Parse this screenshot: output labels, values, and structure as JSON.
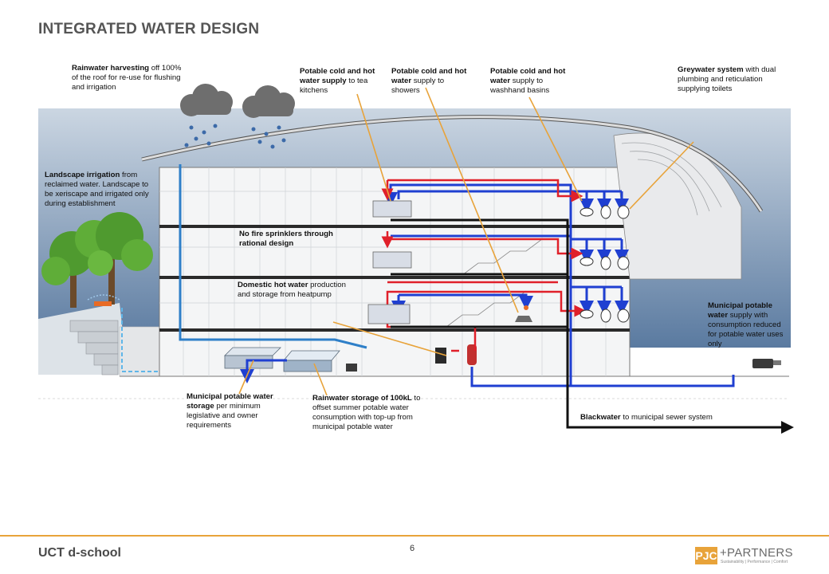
{
  "slide": {
    "title": "INTEGRATED WATER DESIGN"
  },
  "annotations": {
    "rainwater_harvesting": {
      "bold": "Rainwater harvesting",
      "rest": " off 100% of the roof for re-use for flushing and irrigation"
    },
    "tea_kitchens": {
      "bold": "Potable cold and hot water supply",
      "rest": " to tea kitchens"
    },
    "showers": {
      "bold": "Potable cold and hot water",
      "rest": " supply to showers"
    },
    "washhand_basins": {
      "bold": "Potable cold and hot water",
      "rest": " supply to washhand basins"
    },
    "greywater": {
      "bold": "Greywater system",
      "rest": " with dual plumbing and reticulation supplying toilets"
    },
    "landscape_irrigation": {
      "bold": "Landscape irrigation",
      "rest": " from reclaimed water. Landscape to be xeriscape and irrigated only during establishment"
    },
    "fire_sprinklers": {
      "bold": "No fire sprinklers through rational design",
      "rest": ""
    },
    "domestic_hot_water": {
      "bold": "Domestic hot water",
      "rest": " production and storage from heatpump"
    },
    "municipal_supply": {
      "bold": "Municipal potable water",
      "rest": " supply with consumption reduced for potable water uses only"
    },
    "municipal_storage": {
      "bold": "Municipal potable water storage",
      "rest": " per minimum legislative and owner requirements"
    },
    "rainwater_storage": {
      "bold": "Rainwater storage of 100kL",
      "rest": " to offset summer potable water consumption with top-up from municipal potable water"
    },
    "blackwater": {
      "bold": "Blackwater",
      "rest": " to municipal sewer system"
    }
  },
  "footer": {
    "left": "UCT d-school",
    "page_number": "6",
    "logo_mark": "PJC",
    "logo_name": "+PARTNERS",
    "logo_tagline": "Sustainability | Performance | Comfort"
  },
  "colors": {
    "cold_water": "#1f3fd1",
    "hot_water": "#e0202a",
    "rainwater": "#2e7fc8",
    "blackwater": "#111111",
    "leader": "#e8a33a",
    "sky_top": "#b9c7d6",
    "sky_bottom": "#4f6f95"
  }
}
